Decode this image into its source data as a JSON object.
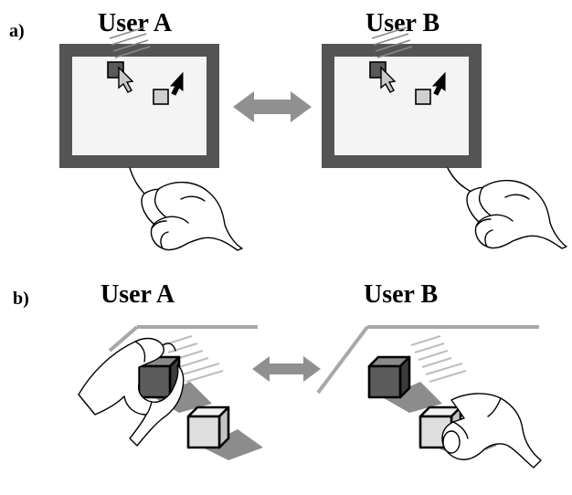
{
  "panel_a": {
    "label": "a)",
    "user_left": "User A",
    "user_right": "User B"
  },
  "panel_b": {
    "label": "b)",
    "user_left": "User A",
    "user_right": "User B"
  },
  "colors": {
    "monitor_frame": "#545454",
    "monitor_screen": "#f4f4f4",
    "dark_object": "#595959",
    "light_object": "#cfcfcf",
    "sync_arrow": "#909090",
    "table_edge": "#a8a8a8",
    "shadow": "#8c8c8c"
  },
  "icons": {
    "sync_arrow": "double-headed-arrow-icon",
    "mouse": "mouse-icon",
    "hand": "hand-icon",
    "cursor": "pointer-arrow-icon",
    "cube": "cube-icon"
  }
}
